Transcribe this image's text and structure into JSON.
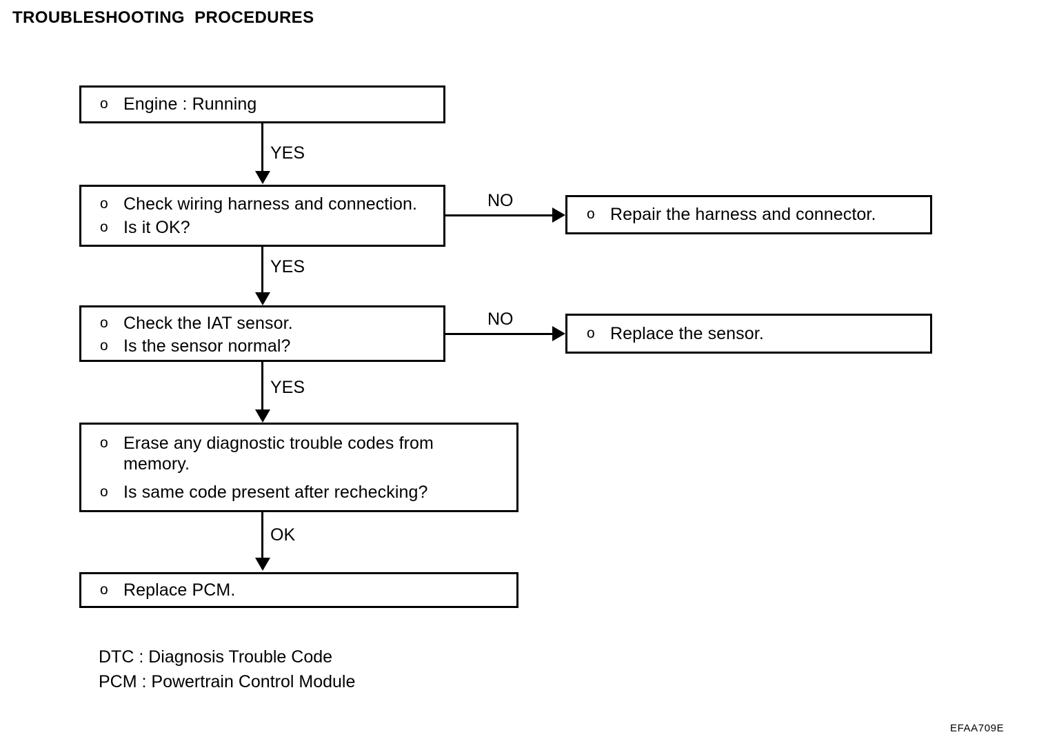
{
  "document": {
    "title": "TROUBLESHOOTING  PROCEDURES",
    "footer_code": "EFAA709E"
  },
  "flowchart": {
    "type": "flowchart",
    "boxes": [
      {
        "id": "engine-running",
        "lines": [
          {
            "bullet": "o",
            "text": "Engine : Running"
          }
        ]
      },
      {
        "id": "check-wiring",
        "lines": [
          {
            "bullet": "o",
            "text": "Check wiring harness and connection."
          },
          {
            "bullet": "o",
            "text": "Is it OK?"
          }
        ]
      },
      {
        "id": "repair-harness",
        "lines": [
          {
            "bullet": "o",
            "text": "Repair the harness and connector."
          }
        ]
      },
      {
        "id": "check-iat-sensor",
        "lines": [
          {
            "bullet": "o",
            "text": "Check the IAT sensor."
          },
          {
            "bullet": "o",
            "text": "Is the sensor normal?"
          }
        ]
      },
      {
        "id": "replace-sensor",
        "lines": [
          {
            "bullet": "o",
            "text": "Replace the sensor."
          }
        ]
      },
      {
        "id": "erase-codes",
        "lines": [
          {
            "bullet": "o",
            "text": "Erase any diagnostic trouble codes from",
            "text2": "memory."
          },
          {
            "bullet": "o",
            "text": "Is same code present after rechecking?"
          }
        ]
      },
      {
        "id": "replace-pcm",
        "lines": [
          {
            "bullet": "o",
            "text": "Replace PCM."
          }
        ]
      }
    ],
    "edges": [
      {
        "id": "engine-to-wiring",
        "label": "YES",
        "direction": "down"
      },
      {
        "id": "wiring-to-repair",
        "label": "NO",
        "direction": "right"
      },
      {
        "id": "wiring-to-iat",
        "label": "YES",
        "direction": "down"
      },
      {
        "id": "iat-to-replace-sensor",
        "label": "NO",
        "direction": "right"
      },
      {
        "id": "iat-to-erase",
        "label": "YES",
        "direction": "down"
      },
      {
        "id": "erase-to-pcm",
        "label": "OK",
        "direction": "down"
      }
    ]
  },
  "legend": {
    "lines": [
      "DTC : Diagnosis Trouble Code",
      "PCM : Powertrain Control Module"
    ]
  }
}
